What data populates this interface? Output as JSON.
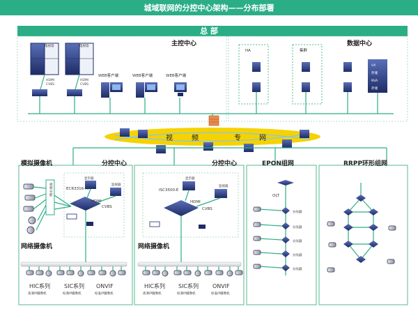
{
  "title": "城域联网的分控中心架构——分布部署",
  "hq": {
    "label": "总 部",
    "main_center": "主控中心",
    "data_center": "数据中心",
    "wall_label": "电视墙",
    "hdmi_cvbs": "HDMI\nCVBS",
    "web_client": "WEB客户端",
    "ha": "HA",
    "cluster": "集群",
    "server_tags": [
      "VX",
      "存储",
      "NVA",
      "存储"
    ]
  },
  "network": {
    "chars": [
      "视",
      "频",
      "专",
      "网"
    ]
  },
  "analog_cam": "模拟摄像机",
  "video_split": "视频\n分配",
  "branch1": {
    "title": "分控中心",
    "device": "ECR3316-HF",
    "display": "显示器",
    "monitor": "监视器",
    "hdmi": "HDMI",
    "cvbs": "CVBS"
  },
  "branch2": {
    "title": "分控中心",
    "device": "ISC3500-E",
    "display": "显示器",
    "monitor": "监视器",
    "hdmi": "HDMI",
    "cvbs": "CVBS"
  },
  "net_cam": "网络摄像机",
  "cam_series": [
    {
      "name": "HIC系列",
      "desc": "高清IP摄像机"
    },
    {
      "name": "SIC系列",
      "desc": "标清IP摄像机"
    },
    {
      "name": "ONVIF",
      "desc": "标准IP摄像机"
    }
  ],
  "epon": {
    "title": "EPON组网",
    "olt": "OLT",
    "splitter": "分光器"
  },
  "rrpp": {
    "title": "RRPP环形组网"
  },
  "colors": {
    "green": "#2bae85",
    "navy": "#2c3d7a",
    "yellow": "#f5d200"
  }
}
